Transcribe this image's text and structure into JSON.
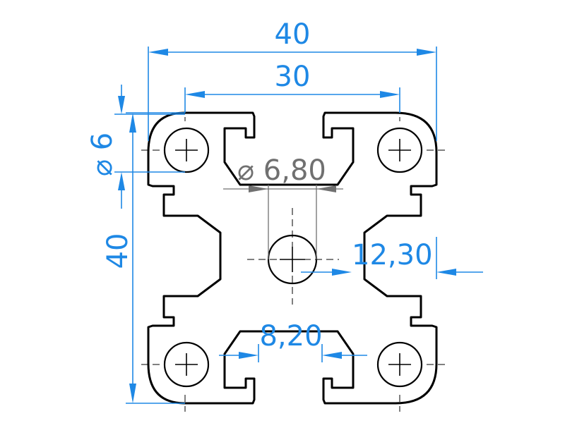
{
  "colors": {
    "dimension": "#1e88e5",
    "dimension_inner": "#707070",
    "outline": "#000000"
  },
  "dimensions": {
    "overall_width": "40",
    "slot_spacing": "30",
    "hole_diameter": "6",
    "overall_height": "40",
    "center_hole_diameter": "6,80",
    "core_width": "12,30",
    "slot_width": "8,20"
  }
}
